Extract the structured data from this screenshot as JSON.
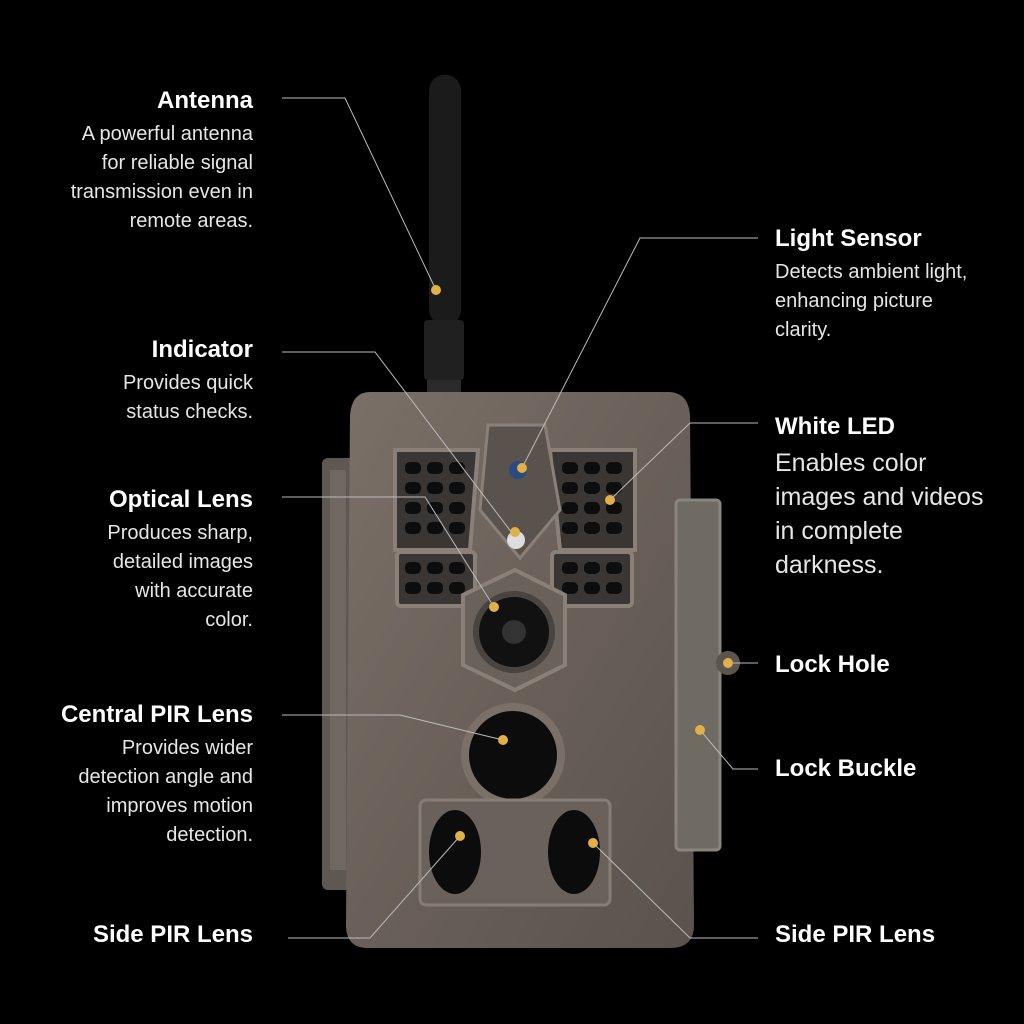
{
  "accent_color": "#e0b04a",
  "callouts_left": [
    {
      "title": "Antenna",
      "desc": [
        "A powerful antenna",
        "for reliable signal",
        "transmission even in",
        "remote areas."
      ]
    },
    {
      "title": "Indicator",
      "desc": [
        "Provides quick",
        "status checks."
      ]
    },
    {
      "title": "Optical Lens",
      "desc": [
        "Produces sharp,",
        "detailed images",
        "with accurate",
        "color."
      ]
    },
    {
      "title": "Central PIR Lens",
      "desc": [
        "Provides wider",
        "detection angle and",
        "improves motion",
        "detection."
      ]
    },
    {
      "title": "Side PIR Lens",
      "desc": []
    }
  ],
  "callouts_right": [
    {
      "title": "Light Sensor",
      "desc": [
        "Detects ambient light,",
        "enhancing picture",
        "clarity."
      ]
    },
    {
      "title": "White LED",
      "desc": [
        "Enables color",
        "images and videos",
        "in complete",
        "darkness."
      ]
    },
    {
      "title": "Lock Hole",
      "desc": []
    },
    {
      "title": "Lock Buckle",
      "desc": []
    },
    {
      "title": "Side PIR Lens",
      "desc": []
    }
  ]
}
